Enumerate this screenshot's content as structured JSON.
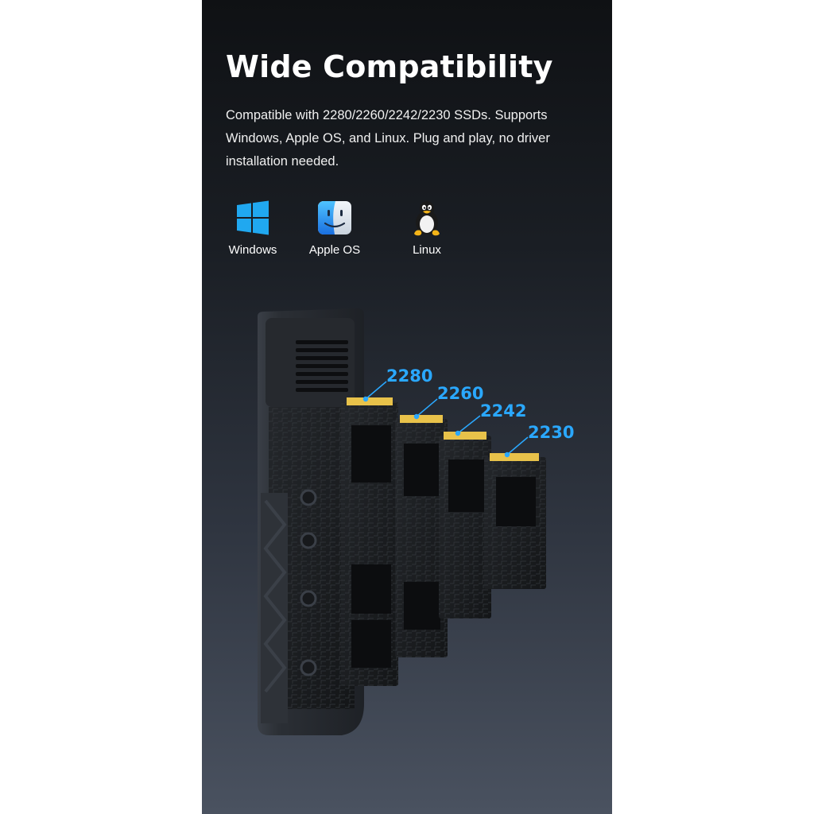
{
  "heading": "Wide Compatibility",
  "description": "Compatible with 2280/2260/2242/2230 SSDs. Supports Windows, Apple OS, and Linux. Plug and play, no driver installation needed.",
  "os_list": [
    {
      "label": "Windows",
      "icon": "windows-logo-icon"
    },
    {
      "label": "Apple OS",
      "icon": "finder-face-icon"
    },
    {
      "label": "Linux",
      "icon": "tux-penguin-icon"
    }
  ],
  "ssd_sizes": [
    "2280",
    "2260",
    "2242",
    "2230"
  ],
  "colors": {
    "accent": "#2aa8ff",
    "panel_top": "#0f1114",
    "panel_bottom": "#4a5260",
    "pcb": "#1b1d20",
    "gold_contact": "#e8c24a"
  }
}
